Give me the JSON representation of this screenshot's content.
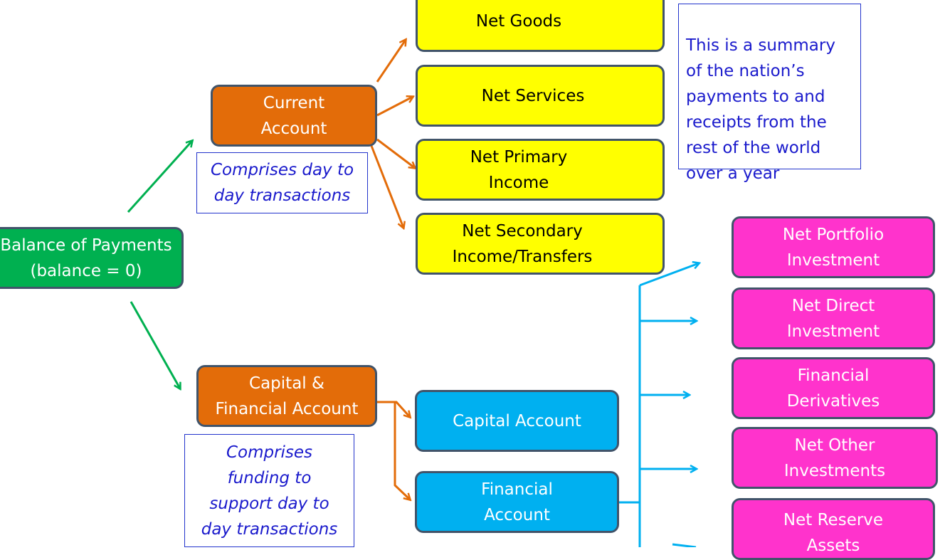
{
  "colors": {
    "green": "#00b050",
    "orange": "#e36c09",
    "yellow": "#ffff00",
    "blue": "#00b0f0",
    "pink": "#ff33cc",
    "border": "#41546a",
    "note_text": "#1a1acc",
    "arrow_green": "#00b050",
    "arrow_orange": "#e36c09",
    "arrow_blue": "#00b0f0"
  },
  "nodes": {
    "balance_of_payments": "Balance of Payments\n(balance = 0)",
    "current_account": "Current\nAccount",
    "capital_financial_account": "Capital &\nFinancial Account",
    "net_goods": "Net Goods",
    "net_services": "Net Services",
    "net_primary_income": "Net Primary\nIncome",
    "net_secondary_income": "Net Secondary\nIncome/Transfers",
    "capital_account": "Capital Account",
    "financial_account": "Financial\nAccount",
    "net_portfolio_investment": "Net Portfolio\nInvestment",
    "net_direct_investment": "Net Direct\nInvestment",
    "financial_derivatives": "Financial\nDerivatives",
    "net_other_investments": "Net Other\nInvestments",
    "net_reserve_assets": "Net Reserve\nAssets"
  },
  "notes": {
    "current_account_note": "Comprises day to\nday transactions",
    "capital_account_note": "Comprises\nfunding to\nsupport day to\nday transactions",
    "summary_note": "This is a summary\nof the nation’s\npayments to and\nreceipts from the\nrest of the world\nover a year"
  }
}
